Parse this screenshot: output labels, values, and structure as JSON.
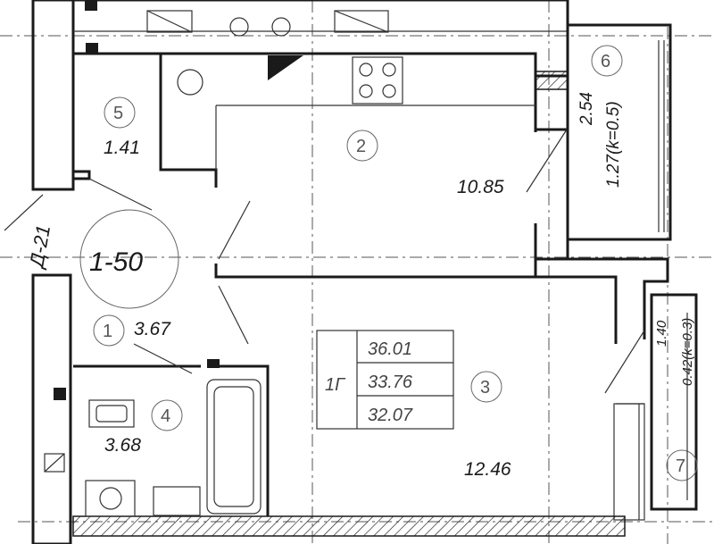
{
  "plan": {
    "section_mark": "Д-21",
    "apartment_number": "1-50",
    "apartment_type": "1Г",
    "areas_table": [
      "36.01",
      "33.76",
      "32.07"
    ],
    "rooms": [
      {
        "id": "1",
        "area": "3.67"
      },
      {
        "id": "2",
        "area": "10.85"
      },
      {
        "id": "3",
        "area": "12.46"
      },
      {
        "id": "4",
        "area": "3.68"
      },
      {
        "id": "5",
        "area": "1.41"
      },
      {
        "id": "6",
        "area": "2.54",
        "coef_area": "1.27(k=0.5)"
      },
      {
        "id": "7",
        "area": "1.40",
        "coef_area": "0.42(k=0.3)"
      }
    ]
  }
}
